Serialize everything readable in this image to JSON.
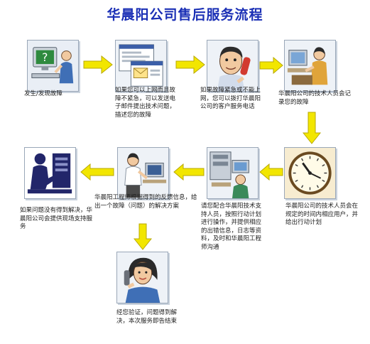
{
  "title": "华晨阳公司售后服务流程",
  "colors": {
    "title": "#1a2fb5",
    "arrow": "#f2e600",
    "arrow_stroke": "#b8a800"
  },
  "steps": [
    {
      "text": "发生/发现故障",
      "icon": "monitor-question-icon"
    },
    {
      "text": "如果您可以上网而且故障不紧急，可以发送电子邮件提出技术问题，描述您的故障",
      "icon": "email-window-icon"
    },
    {
      "text": "如果故障紧急或不能上网，您可以拨打华晨阳公司的客户服务电话",
      "icon": "phone-call-icon"
    },
    {
      "text": "华晨阳公司的技术人员会记录您的故障",
      "icon": "technician-record-icon"
    },
    {
      "text": "华晨阳公司的技术人员会在规定的时间内相应用户，并给出行动计划",
      "icon": "clock-icon"
    },
    {
      "text": "请您配合华晨阳技术支持人员，按照行动计划进行操作，并提供相应的出错信息，日志等资料，及时和华晨阳工程师沟通",
      "icon": "user-operate-icon"
    },
    {
      "text": "华晨阳工程师根据得到的反馈信息，给出一个故障（问题）的解决方案",
      "icon": "engineer-solution-icon"
    },
    {
      "text": "如果问题没有得到解决，华晨阳公司会提供现场支持服务",
      "icon": "onsite-support-icon"
    },
    {
      "text": "经您验证，问题得到解决，本次服务即告结束",
      "icon": "phone-woman-icon"
    }
  ]
}
